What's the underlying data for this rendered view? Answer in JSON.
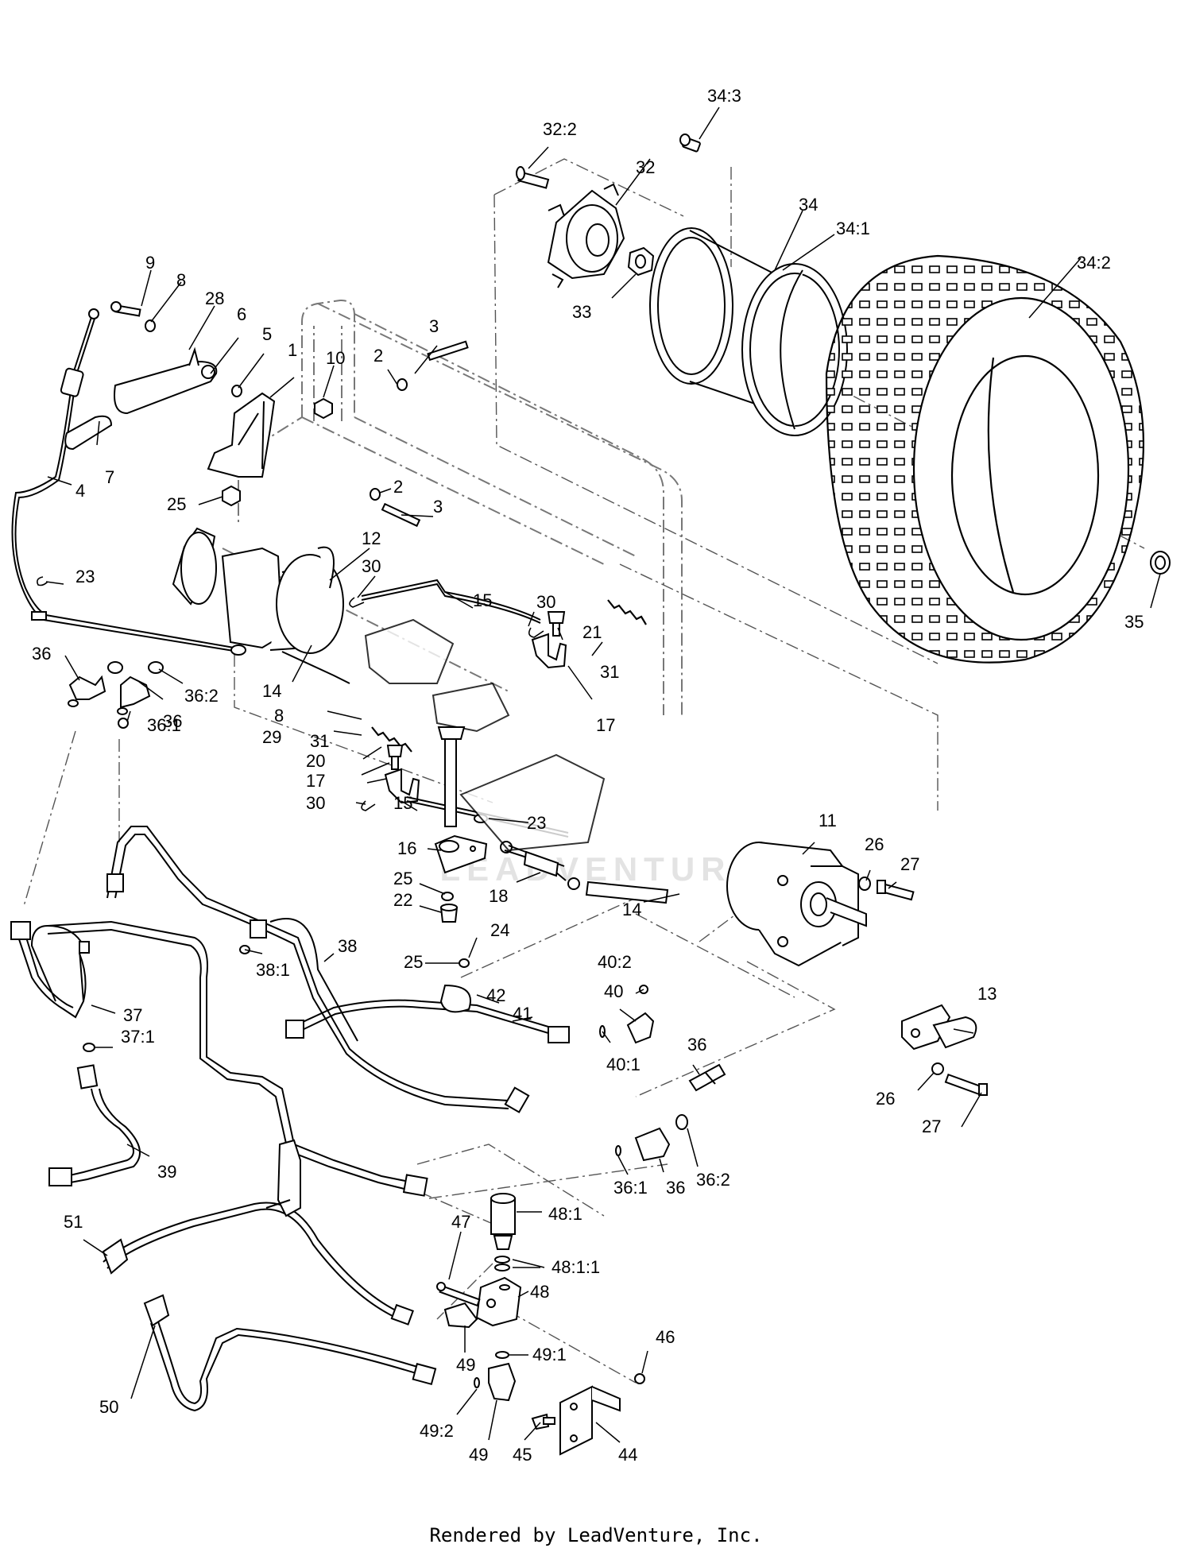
{
  "footer": "Rendered by LeadVenture, Inc.",
  "watermark": "LEADVENTURE",
  "callouts": [
    {
      "id": "34:3",
      "label": "34:3"
    },
    {
      "id": "32:2",
      "label": "32:2"
    },
    {
      "id": "32",
      "label": "32"
    },
    {
      "id": "34",
      "label": "34"
    },
    {
      "id": "34:1",
      "label": "34:1"
    },
    {
      "id": "34:2",
      "label": "34:2"
    },
    {
      "id": "33",
      "label": "33"
    },
    {
      "id": "9",
      "label": "9"
    },
    {
      "id": "8a",
      "label": "8"
    },
    {
      "id": "28",
      "label": "28"
    },
    {
      "id": "6",
      "label": "6"
    },
    {
      "id": "5",
      "label": "5"
    },
    {
      "id": "1",
      "label": "1"
    },
    {
      "id": "10",
      "label": "10"
    },
    {
      "id": "2a",
      "label": "2"
    },
    {
      "id": "3a",
      "label": "3"
    },
    {
      "id": "7",
      "label": "7"
    },
    {
      "id": "4",
      "label": "4"
    },
    {
      "id": "25a",
      "label": "25"
    },
    {
      "id": "2b",
      "label": "2"
    },
    {
      "id": "3b",
      "label": "3"
    },
    {
      "id": "12",
      "label": "12"
    },
    {
      "id": "23a",
      "label": "23"
    },
    {
      "id": "30a",
      "label": "30"
    },
    {
      "id": "15a",
      "label": "15"
    },
    {
      "id": "30b",
      "label": "30"
    },
    {
      "id": "21",
      "label": "21"
    },
    {
      "id": "35",
      "label": "35"
    },
    {
      "id": "36a",
      "label": "36"
    },
    {
      "id": "36b",
      "label": "36"
    },
    {
      "id": "36:2a",
      "label": "36:2"
    },
    {
      "id": "14a",
      "label": "14"
    },
    {
      "id": "31a",
      "label": "31"
    },
    {
      "id": "17a",
      "label": "17"
    },
    {
      "id": "8b",
      "label": "8"
    },
    {
      "id": "29",
      "label": "29"
    },
    {
      "id": "36:1a",
      "label": "36:1"
    },
    {
      "id": "31b",
      "label": "31"
    },
    {
      "id": "20",
      "label": "20"
    },
    {
      "id": "17b",
      "label": "17"
    },
    {
      "id": "30c",
      "label": "30"
    },
    {
      "id": "15b",
      "label": "15"
    },
    {
      "id": "23b",
      "label": "23"
    },
    {
      "id": "11",
      "label": "11"
    },
    {
      "id": "16",
      "label": "16"
    },
    {
      "id": "26a",
      "label": "26"
    },
    {
      "id": "27a",
      "label": "27"
    },
    {
      "id": "25b",
      "label": "25"
    },
    {
      "id": "22",
      "label": "22"
    },
    {
      "id": "18",
      "label": "18"
    },
    {
      "id": "14b",
      "label": "14"
    },
    {
      "id": "24",
      "label": "24"
    },
    {
      "id": "38",
      "label": "38"
    },
    {
      "id": "38:1",
      "label": "38:1"
    },
    {
      "id": "25c",
      "label": "25"
    },
    {
      "id": "42",
      "label": "42"
    },
    {
      "id": "40:2",
      "label": "40:2"
    },
    {
      "id": "41",
      "label": "41"
    },
    {
      "id": "40",
      "label": "40"
    },
    {
      "id": "13",
      "label": "13"
    },
    {
      "id": "37",
      "label": "37"
    },
    {
      "id": "37:1",
      "label": "37:1"
    },
    {
      "id": "40:1",
      "label": "40:1"
    },
    {
      "id": "36c",
      "label": "36"
    },
    {
      "id": "26b",
      "label": "26"
    },
    {
      "id": "27b",
      "label": "27"
    },
    {
      "id": "39",
      "label": "39"
    },
    {
      "id": "36:1b",
      "label": "36:1"
    },
    {
      "id": "36d",
      "label": "36"
    },
    {
      "id": "36:2b",
      "label": "36:2"
    },
    {
      "id": "48:1",
      "label": "48:1"
    },
    {
      "id": "51",
      "label": "51"
    },
    {
      "id": "47",
      "label": "47"
    },
    {
      "id": "48:1:1",
      "label": "48:1:1"
    },
    {
      "id": "48",
      "label": "48"
    },
    {
      "id": "46",
      "label": "46"
    },
    {
      "id": "49a",
      "label": "49"
    },
    {
      "id": "49:1",
      "label": "49:1"
    },
    {
      "id": "50",
      "label": "50"
    },
    {
      "id": "49:2",
      "label": "49:2"
    },
    {
      "id": "49b",
      "label": "49"
    },
    {
      "id": "45",
      "label": "45"
    },
    {
      "id": "44",
      "label": "44"
    }
  ]
}
